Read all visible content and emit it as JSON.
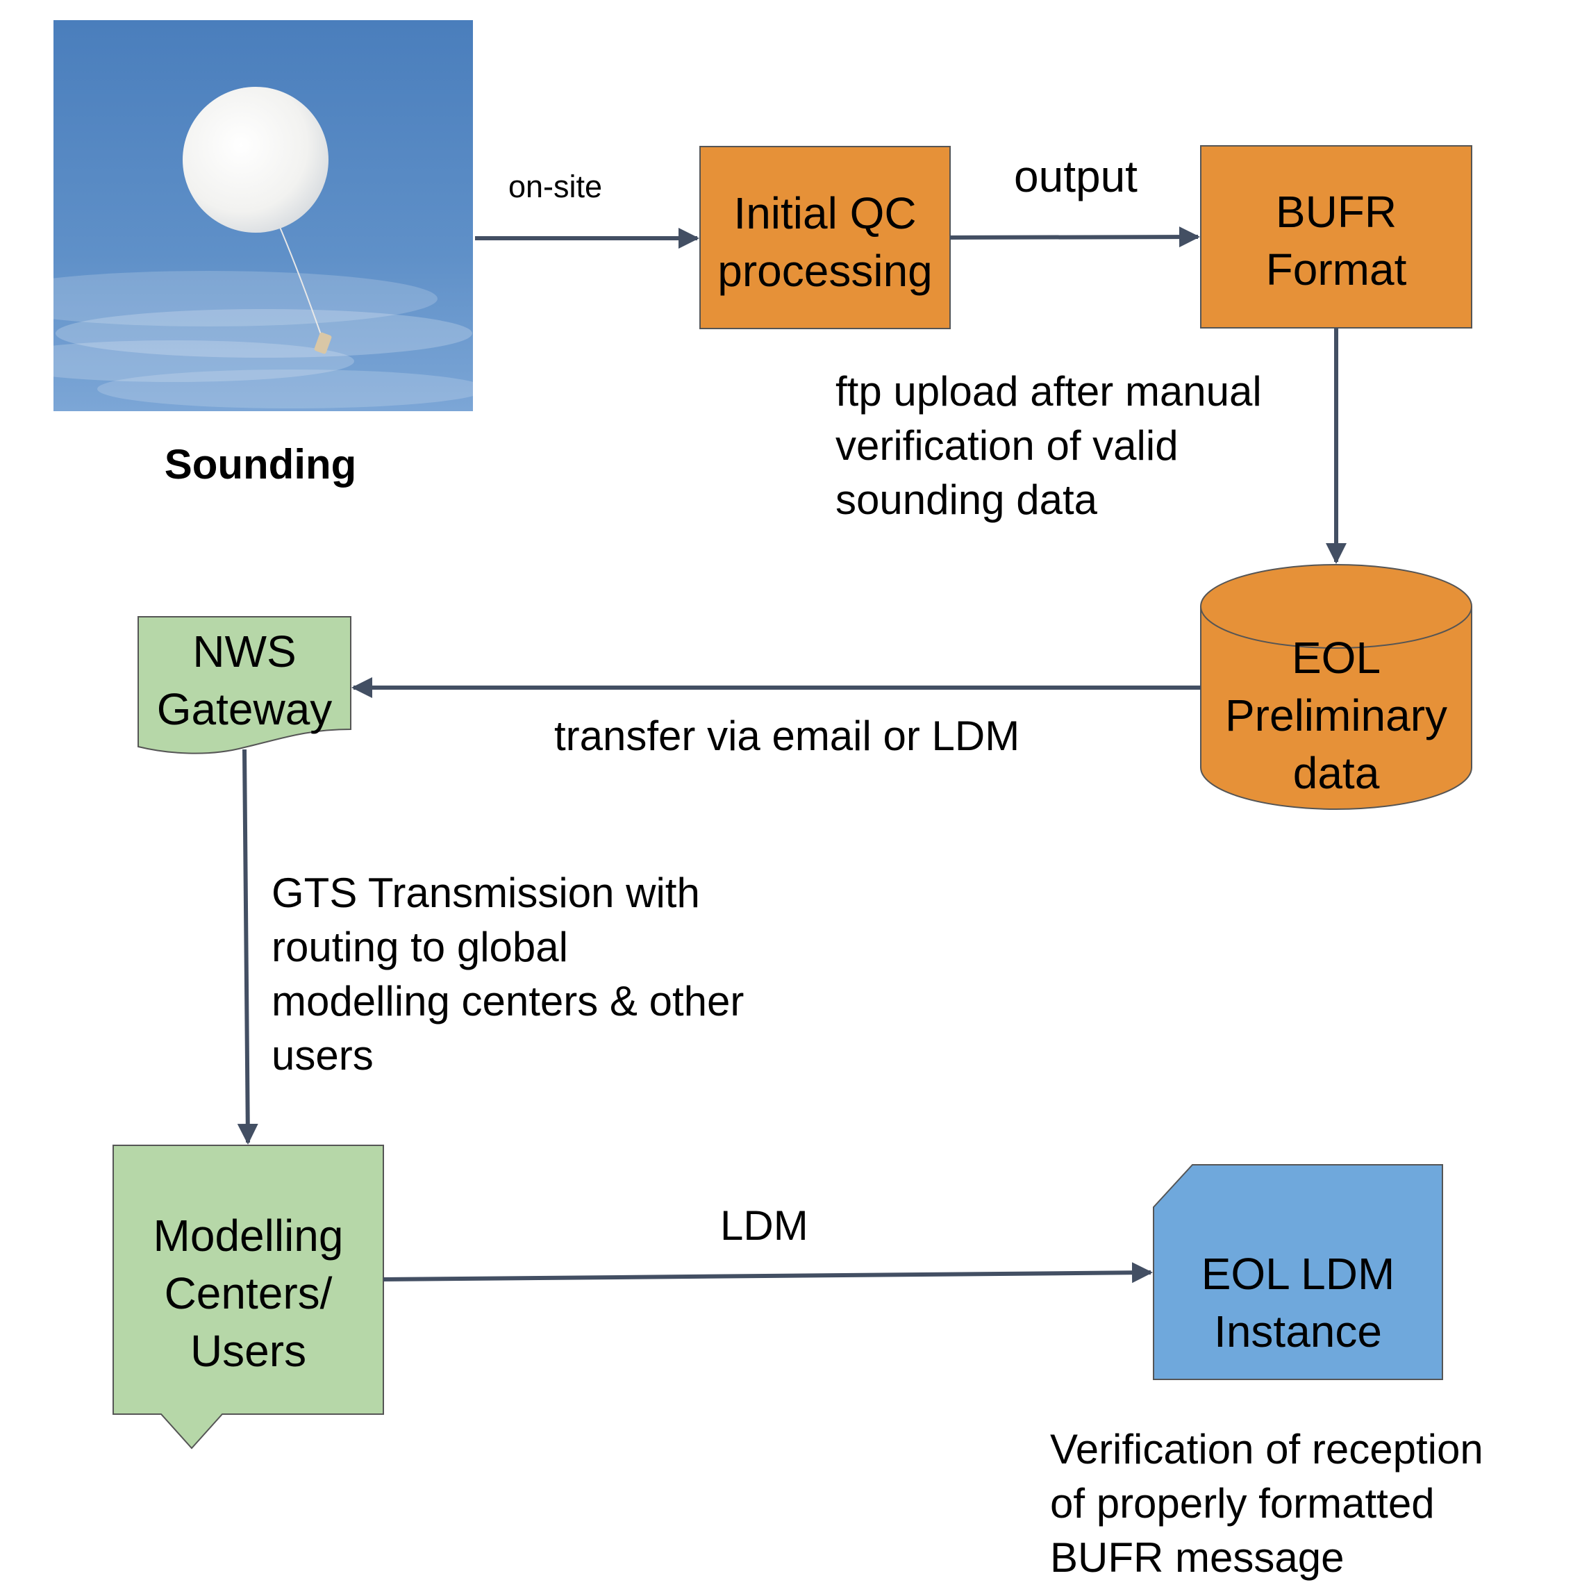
{
  "colors": {
    "orange": "#E69138",
    "green": "#B6D7A8",
    "blue": "#6FA8DC",
    "arrow": "#434F63",
    "sky": "#4F84BF"
  },
  "photo": {
    "caption": "Sounding"
  },
  "nodes": {
    "initial_qc": [
      "Initial QC",
      "processing"
    ],
    "bufr_format": [
      "BUFR",
      "Format"
    ],
    "eol_preliminary": [
      "EOL",
      "Preliminary",
      "data"
    ],
    "nws_gateway": [
      "NWS",
      "Gateway"
    ],
    "modelling_centers": [
      "Modelling",
      "Centers/",
      "Users"
    ],
    "eol_ldm": [
      "EOL LDM",
      "Instance"
    ]
  },
  "edges": {
    "on_site": "on-site",
    "output": "output",
    "ftp_upload": [
      "ftp upload after manual",
      "verification of valid",
      "sounding data"
    ],
    "transfer": "transfer via email or LDM",
    "gts": [
      "GTS Transmission with",
      "routing to global",
      "modelling centers & other",
      "users"
    ],
    "ldm": "LDM"
  },
  "notes": {
    "verification": [
      "Verification of reception",
      "of properly formatted",
      "BUFR message"
    ]
  }
}
